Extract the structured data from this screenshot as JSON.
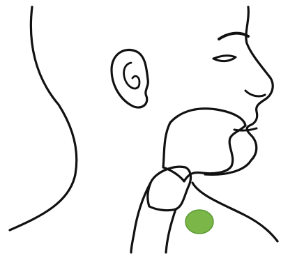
{
  "diagram": {
    "subject": "head-neck-profile",
    "colors": {
      "outline": "#111111",
      "background": "#ffffff",
      "marker_fill": "#7ab648",
      "marker_edge": "#5c9a35"
    },
    "highlight": {
      "shape": "ellipse",
      "meaning": "thyroid region"
    }
  }
}
